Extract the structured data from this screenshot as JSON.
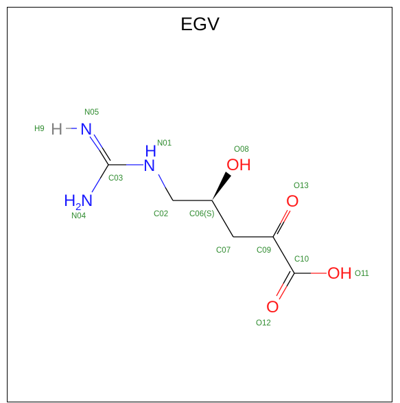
{
  "title": "EGV",
  "colors": {
    "nitrogen": "#1a1aff",
    "oxygen": "#ff1a1a",
    "hydrogen": "#808080",
    "label": "#2e8b2e",
    "bond": "#000000"
  },
  "atoms": {
    "H9": "H",
    "N05": "N",
    "N01_N": "N",
    "N01_H": "H",
    "N04_H": "H",
    "N04_sub": "2",
    "N04_N": "N",
    "O08": "OH",
    "O13": "O",
    "O12": "O",
    "O11": "OH"
  },
  "labels": {
    "H9": "H9",
    "N05": "N05",
    "N01": "N01",
    "C03": "C03",
    "N04": "N04",
    "C02": "C02",
    "C06": "C06(S)",
    "O08": "O08",
    "C07": "C07",
    "C09": "C09",
    "O13": "O13",
    "C10": "C10",
    "O11": "O11",
    "O12": "O12"
  }
}
